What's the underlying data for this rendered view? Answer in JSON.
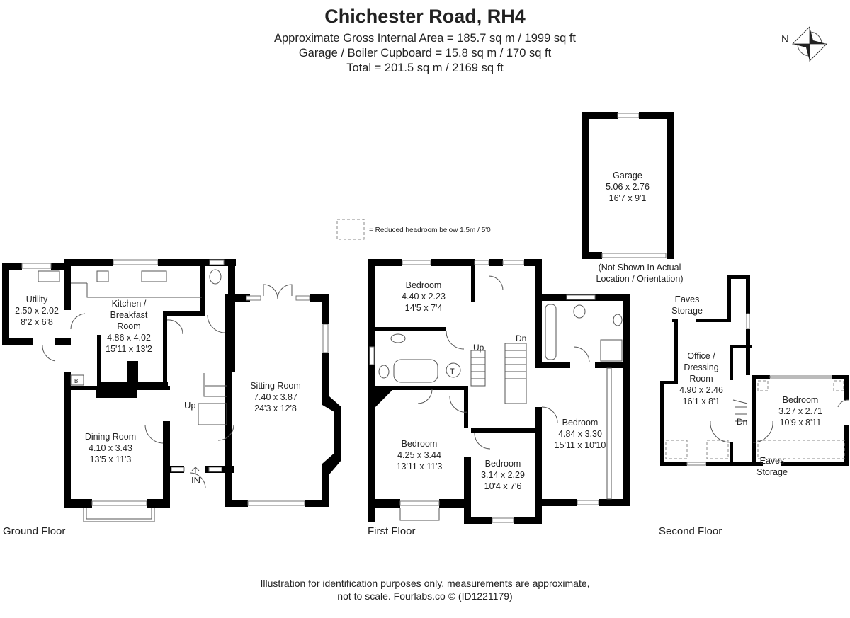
{
  "header": {
    "title": "Chichester Road, RH4",
    "area_internal": "Approximate Gross Internal Area = 185.7 sq m / 1999 sq ft",
    "area_garage": "Garage / Boiler Cupboard = 15.8 sq m / 170 sq ft",
    "area_total": "Total = 201.5 sq m / 2169 sq ft"
  },
  "compass": {
    "label": "N",
    "icon": "compass-rose-icon"
  },
  "legend": {
    "text": "= Reduced headroom below 1.5m / 5'0"
  },
  "floors": {
    "ground": "Ground Floor",
    "first": "First Floor",
    "second": "Second Floor"
  },
  "rooms": {
    "utility": {
      "l1": "Utility",
      "m": "2.50 x 2.02",
      "i": "8'2 x 6'8"
    },
    "kitchen": {
      "l1": "Kitchen /",
      "l2": "Breakfast",
      "l3": "Room",
      "m": "4.86 x 4.02",
      "i": "15'11 x 13'2"
    },
    "dining": {
      "l1": "Dining Room",
      "m": "4.10 x 3.43",
      "i": "13'5 x 11'3"
    },
    "sitting": {
      "l1": "Sitting Room",
      "m": "7.40 x 3.87",
      "i": "24'3 x 12'8"
    },
    "bed1": {
      "l1": "Bedroom",
      "m": "4.40 x 2.23",
      "i": "14'5 x 7'4"
    },
    "bed2": {
      "l1": "Bedroom",
      "m": "4.25 x 3.44",
      "i": "13'11 x 11'3"
    },
    "bed3": {
      "l1": "Bedroom",
      "m": "3.14 x 2.29",
      "i": "10'4 x 7'6"
    },
    "bed4": {
      "l1": "Bedroom",
      "m": "4.84 x 3.30",
      "i": "15'11 x 10'10"
    },
    "garage": {
      "l1": "Garage",
      "m": "5.06 x 2.76",
      "i": "16'7 x 9'1"
    },
    "office": {
      "l1": "Office /",
      "l2": "Dressing",
      "l3": "Room",
      "m": "4.90 x 2.46",
      "i": "16'1 x 8'1"
    },
    "bed5": {
      "l1": "Bedroom",
      "m": "3.27 x 2.71",
      "i": "10'9 x 8'11"
    }
  },
  "labels": {
    "up_ground": "Up",
    "entrance": "IN",
    "boiler": "B",
    "up_first": "Up",
    "dn_first": "Dn",
    "tank": "T",
    "dn_second": "Dn",
    "eaves1a": "Eaves",
    "eaves1b": "Storage",
    "eaves2a": "Eaves",
    "eaves2b": "Storage",
    "garage_note1": "(Not Shown In Actual",
    "garage_note2": "Location / Orientation)"
  },
  "footer": {
    "line1": "Illustration for identification purposes only, measurements are approximate,",
    "line2": "not to scale. Fourlabs.co © (ID1221179)"
  }
}
